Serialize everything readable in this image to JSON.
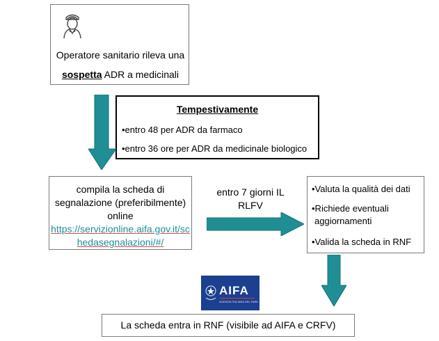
{
  "top_box": {
    "line1": "Operatore sanitario rileva una",
    "line2_bold": "sospetta",
    "line2_rest": " ADR a medicinali"
  },
  "timing_box": {
    "title": "Tempestivamente",
    "item1": "•entro 48 per ADR da farmaco",
    "item2": "•entro 36 ore per ADR da medicinale biologico"
  },
  "left_box": {
    "line1": "compila la scheda di",
    "line2": "segnalazione (preferibilmente)",
    "line3": "online",
    "link_line1": "https://servizionline.aifa.gov.it/sc",
    "link_line2": "hedasegnalazioni/#/"
  },
  "arrow_label": {
    "line1": "entro 7 giorni IL",
    "line2": "RLFV"
  },
  "right_box": {
    "item1": "•Valuta la qualità dei dati",
    "item2_line1": "•Richiede  eventuali",
    "item2_line2": "aggiornamenti",
    "item3": "•Valida la scheda in RNF"
  },
  "logo": {
    "name": "AIFA",
    "tagline": "AGENZIA ITALIANA DEL FARMACO"
  },
  "bottom_box": {
    "text": "La scheda entra in RNF (visibile ad AIFA e CRFV)"
  },
  "colors": {
    "arrow": "#1f8f95",
    "logo_bg": "#1c3f8f",
    "box_border": "#7a7a7a"
  }
}
